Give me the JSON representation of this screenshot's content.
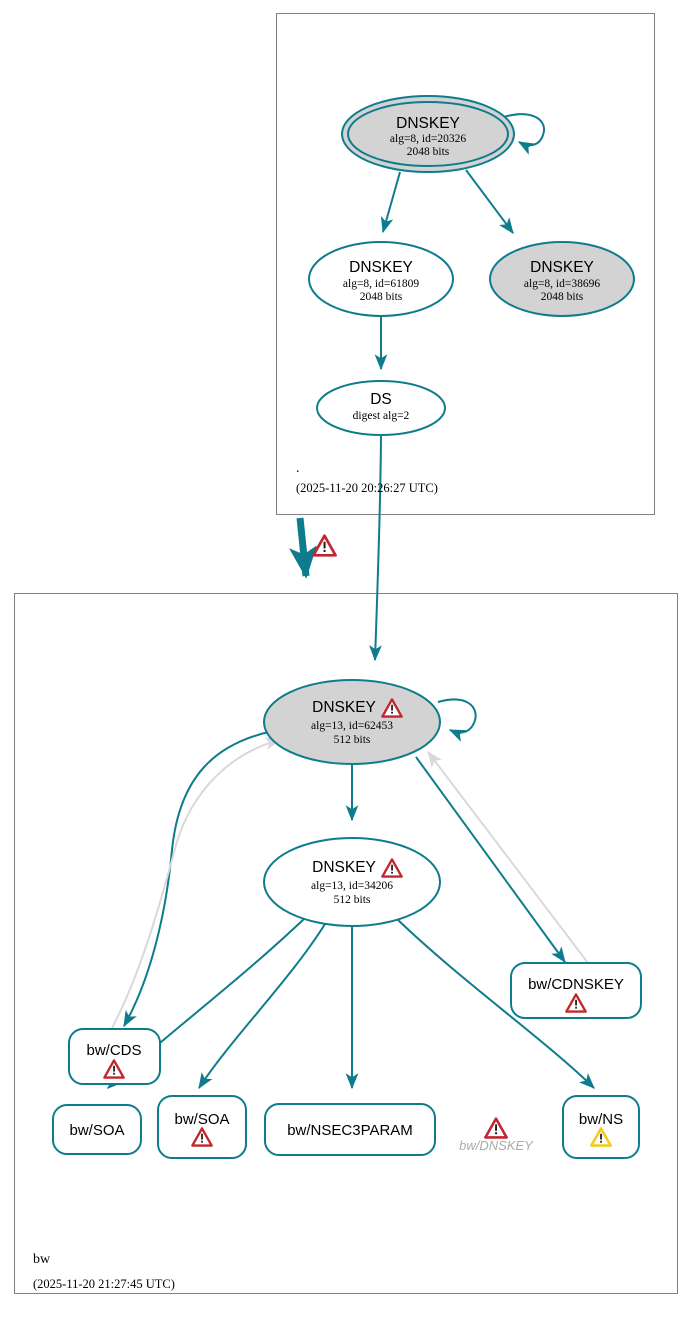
{
  "diagram": {
    "type": "dnssec-authentication-chain",
    "accent_color": "#0e7c8c",
    "gray_edge_color": "#d9d9d9",
    "zone_border_color": "#808080",
    "node_fill_secure": "#d3d3d3",
    "node_fill_plain": "#ffffff",
    "warning_error_color": "#c1272d",
    "warning_caution_color": "#f2cb1d"
  },
  "zones": [
    {
      "id": "root",
      "name": ".",
      "timestamp": "(2025-11-20 20:26:27 UTC)"
    },
    {
      "id": "bw",
      "name": "bw",
      "timestamp": "(2025-11-20 21:27:45 UTC)"
    }
  ],
  "nodes": {
    "root_ksk": {
      "title": "DNSKEY",
      "line2": "alg=8, id=20326",
      "line3": "2048 bits",
      "shape": "double-ellipse",
      "fill": "gray"
    },
    "root_zsk_61809": {
      "title": "DNSKEY",
      "line2": "alg=8, id=61809",
      "line3": "2048 bits",
      "shape": "ellipse",
      "fill": "white"
    },
    "root_zsk_38696": {
      "title": "DNSKEY",
      "line2": "alg=8, id=38696",
      "line3": "2048 bits",
      "shape": "ellipse",
      "fill": "gray"
    },
    "root_ds": {
      "title": "DS",
      "line2": "digest alg=2",
      "line3": "",
      "shape": "ellipse",
      "fill": "white"
    },
    "bw_ksk_62453": {
      "title": "DNSKEY",
      "line2": "alg=13, id=62453",
      "line3": "512 bits",
      "shape": "ellipse",
      "fill": "gray",
      "status": "error"
    },
    "bw_zsk_34206": {
      "title": "DNSKEY",
      "line2": "alg=13, id=34206",
      "line3": "512 bits",
      "shape": "ellipse",
      "fill": "white",
      "status": "error"
    },
    "bw_cds": {
      "label": "bw/CDS",
      "shape": "rect",
      "status": "error"
    },
    "bw_cdnskey": {
      "label": "bw/CDNSKEY",
      "shape": "rect",
      "status": "error"
    },
    "bw_soa_1": {
      "label": "bw/SOA",
      "shape": "rect",
      "status": "none"
    },
    "bw_soa_2": {
      "label": "bw/SOA",
      "shape": "rect",
      "status": "error"
    },
    "bw_nsec3param": {
      "label": "bw/NSEC3PARAM",
      "shape": "rect",
      "status": "none"
    },
    "bw_dnskey_ghost": {
      "label": "bw/DNSKEY",
      "shape": "text-only",
      "status": "error"
    },
    "bw_ns": {
      "label": "bw/NS",
      "shape": "rect",
      "status": "warning"
    }
  },
  "delegation": {
    "status": "error"
  }
}
